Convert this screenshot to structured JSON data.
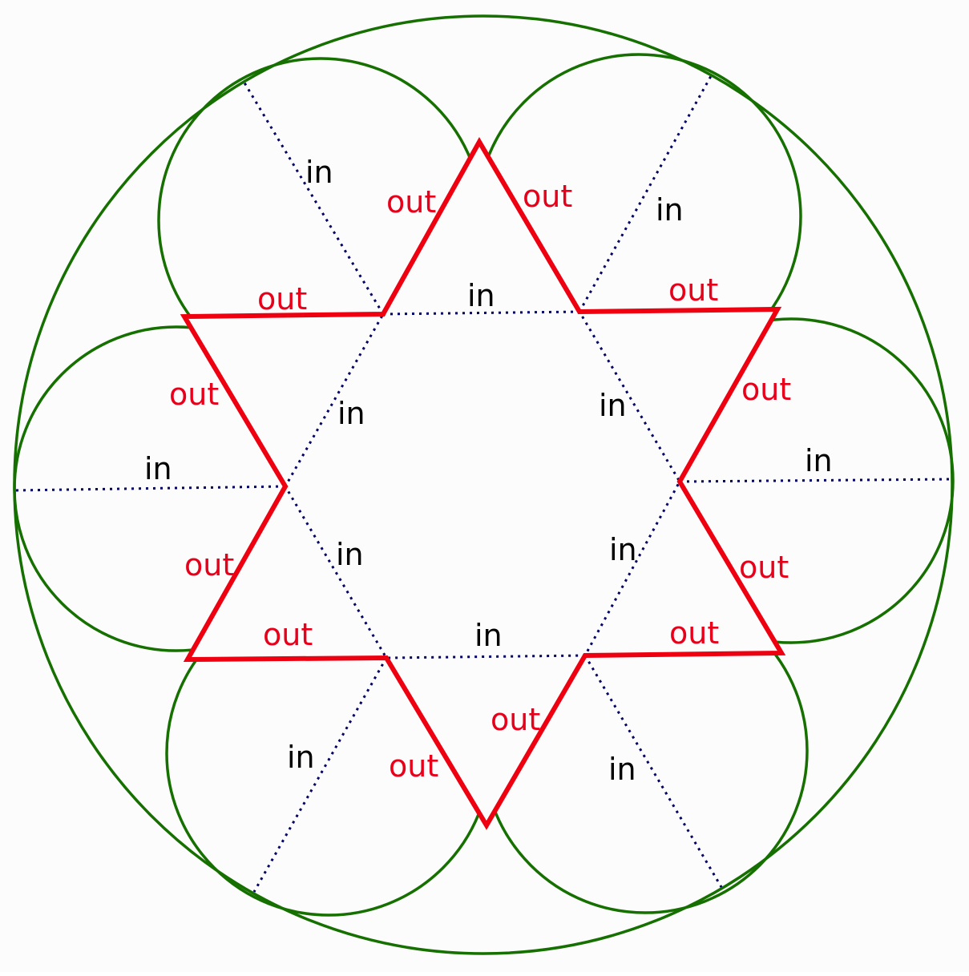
{
  "colors": {
    "circle": "#157000",
    "star": "#ee0010",
    "dotted": "#000066",
    "in_text": "#000000",
    "out_text": "#e8001a"
  },
  "labels": {
    "in": [
      "in",
      "in",
      "in",
      "in",
      "in",
      "in",
      "in",
      "in",
      "in",
      "in",
      "in",
      "in"
    ],
    "out": [
      "out",
      "out",
      "out",
      "out",
      "out",
      "out",
      "out",
      "out",
      "out",
      "out",
      "out",
      "out"
    ]
  }
}
